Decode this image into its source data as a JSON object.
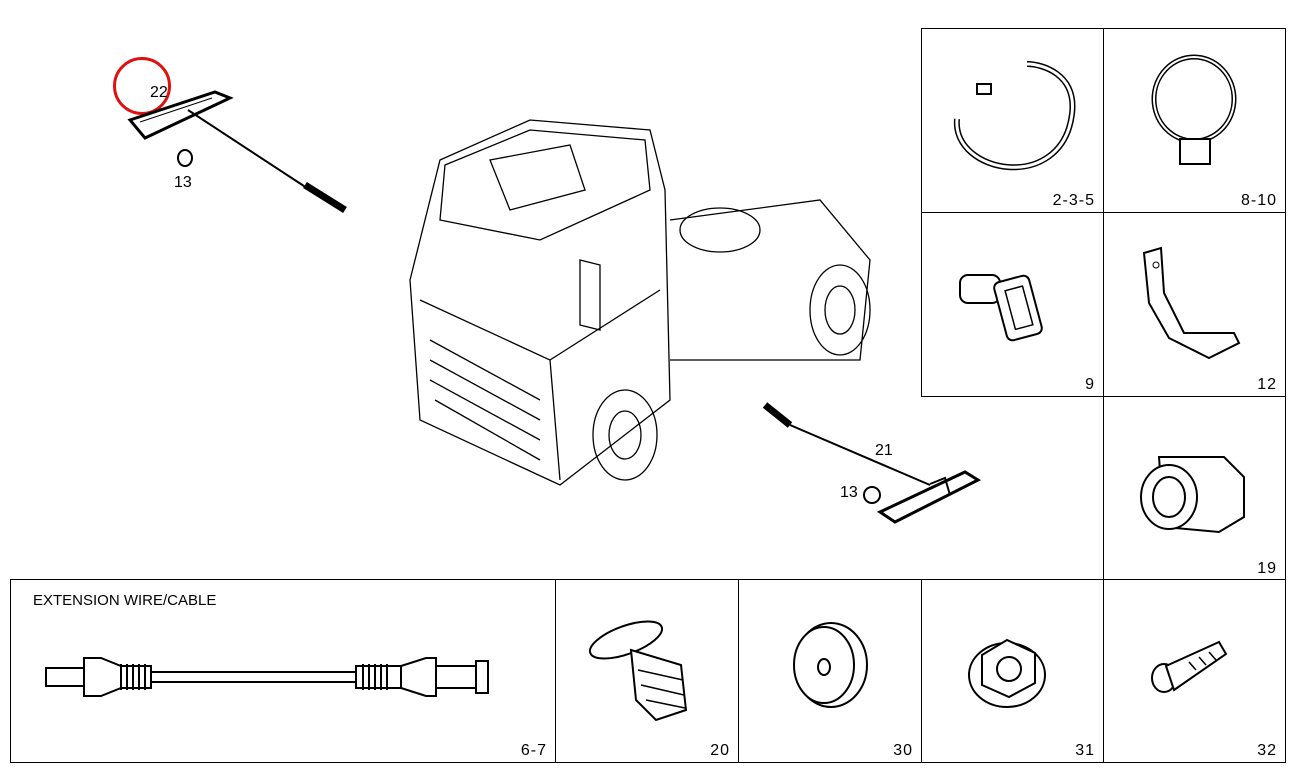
{
  "main_view": {
    "callouts": {
      "c22": "22",
      "c13_top": "13",
      "c21": "21",
      "c13_bottom": "13"
    },
    "highlight_color": "#e01010"
  },
  "panels": [
    {
      "label": "2-3-5"
    },
    {
      "label": "8-10"
    },
    {
      "label": "9"
    },
    {
      "label": "12"
    },
    {
      "label": "19"
    },
    {
      "label": "6-7",
      "title": "EXTENSION WIRE/CABLE"
    },
    {
      "label": "20"
    },
    {
      "label": "30"
    },
    {
      "label": "31"
    },
    {
      "label": "32"
    }
  ]
}
